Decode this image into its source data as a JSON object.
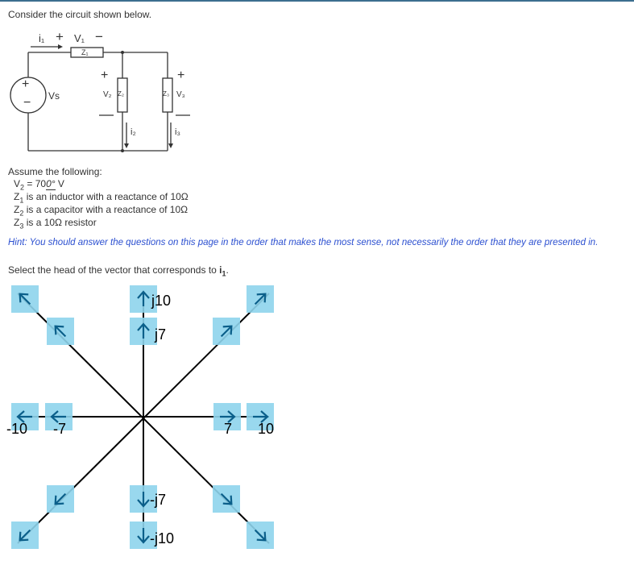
{
  "question": {
    "intro": "Consider the circuit shown below.",
    "assume_title": "Assume the following:",
    "assumptions": [
      {
        "sym": "V",
        "sub": "2",
        "pre": " = 70",
        "angle": "0°",
        "post": " V"
      },
      {
        "sym": "Z",
        "sub": "1",
        "pre": " is an inductor with a reactance of 10Ω",
        "angle": "",
        "post": ""
      },
      {
        "sym": "Z",
        "sub": "2",
        "pre": " is a capacitor with a reactance of 10Ω",
        "angle": "",
        "post": ""
      },
      {
        "sym": "Z",
        "sub": "3",
        "pre": " is a 10Ω resistor",
        "angle": "",
        "post": ""
      }
    ],
    "hint": "Hint: You should answer the questions on this page in the order that makes the most sense, not necessarily the order that they are presented in.",
    "prompt_pre": "Select the head of the vector that corresponds to ",
    "prompt_sym": "i",
    "prompt_sub": "1",
    "prompt_post": "."
  },
  "circuit": {
    "source_label": "Vs",
    "current_i1": "i₁",
    "v1_label": "V₁",
    "z1_label": "Z₁",
    "v2_label": "V₂",
    "z2_label": "Z₂",
    "z3_label": "Z₃",
    "v3_label": "V₃",
    "i2_label": "i₂",
    "i3_label": "i₃",
    "plus": "+",
    "minus": "−"
  },
  "phasor": {
    "labels": {
      "pos_j10": "j10",
      "pos_j7": "j7",
      "neg_j7": "-j7",
      "neg_j10": "-j10",
      "neg_10": "-10",
      "neg_7": "-7",
      "pos_7": "7",
      "pos_10": "10"
    },
    "heads": [
      {
        "name": "N10"
      },
      {
        "name": "N7"
      },
      {
        "name": "S7"
      },
      {
        "name": "S10"
      },
      {
        "name": "E10"
      },
      {
        "name": "E7"
      },
      {
        "name": "W7"
      },
      {
        "name": "W10"
      },
      {
        "name": "NE10"
      },
      {
        "name": "NE7"
      },
      {
        "name": "NW10"
      },
      {
        "name": "NW7"
      },
      {
        "name": "SE10"
      },
      {
        "name": "SE7"
      },
      {
        "name": "SW10"
      },
      {
        "name": "SW7"
      }
    ],
    "colors": {
      "box": "#8ed4ec",
      "arrow": "#0b5f8a",
      "line": "#000000"
    }
  }
}
